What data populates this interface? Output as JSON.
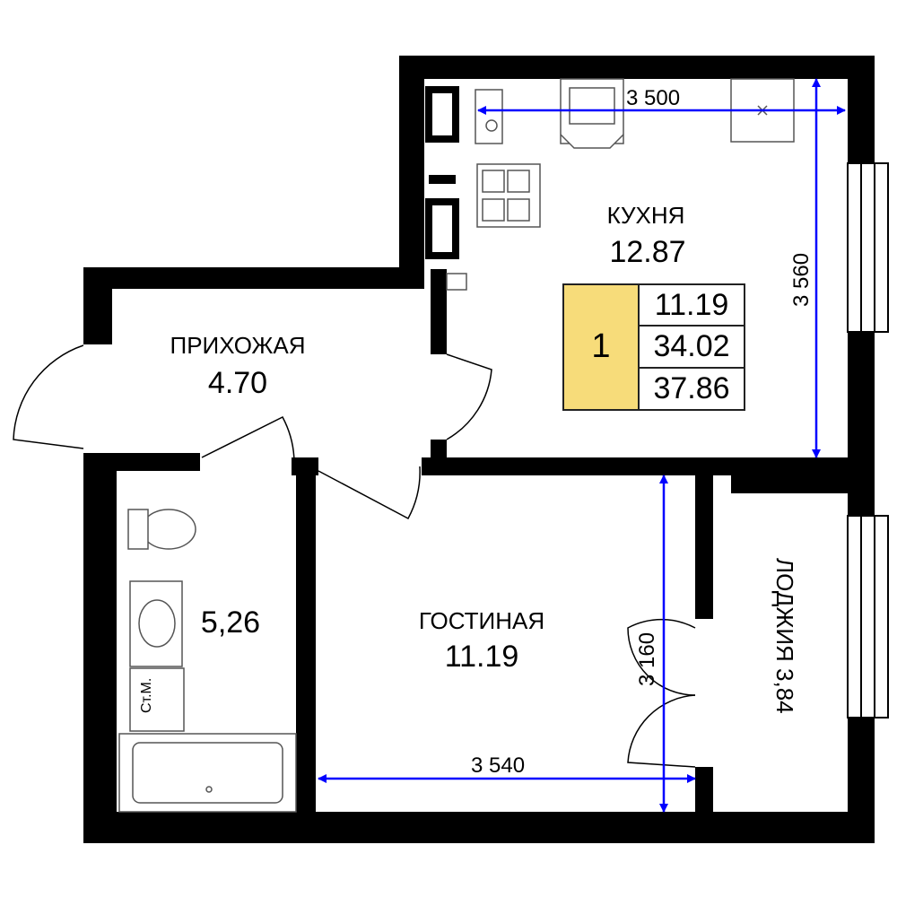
{
  "rooms": {
    "kitchen": {
      "name": "КУХНЯ",
      "area": "12.87"
    },
    "hall": {
      "name": "ПРИХОЖАЯ",
      "area": "4.70"
    },
    "bathroom": {
      "area": "5,26",
      "washer_label": "Ст.М."
    },
    "living": {
      "name": "ГОСТИНАЯ",
      "area": "11.19"
    },
    "loggia": {
      "label": "ЛОДЖИЯ 3,84"
    }
  },
  "dimensions": {
    "kitchen_width": "3 500",
    "kitchen_length": "3 560",
    "living_width": "3 540",
    "living_length": "3 160"
  },
  "summary": {
    "rooms_count": "1",
    "living_area": "11.19",
    "total_area": "34.02",
    "area_with_loggia": "37.86"
  },
  "colors": {
    "wall": "#000000",
    "dimension": "#0000ff",
    "badge": "#f7dc7a"
  }
}
